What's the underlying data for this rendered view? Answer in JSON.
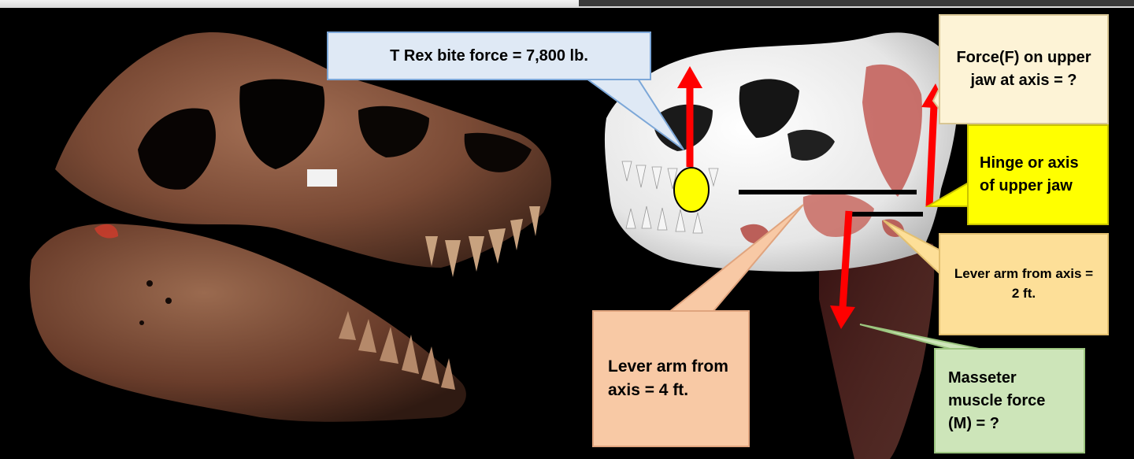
{
  "labels": {
    "bite_force": "T Rex bite force = 7,800 lb.",
    "upper_jaw_force": "Force(F)  on upper jaw at axis = ?",
    "hinge": "Hinge or axis of upper jaw",
    "lever_arm_short": "Lever arm from axis = 2 ft.",
    "lever_arm_long": "Lever arm from axis = 4 ft.",
    "masseter": "Masseter muscle force (M) = ?"
  },
  "colors": {
    "arrow": "#ff0000",
    "bite_point": "#ffff00",
    "callout_blue": "#dfe9f5",
    "callout_cream": "#fdf3d6",
    "callout_yellow": "#ffff00",
    "callout_amber": "#fddf98",
    "callout_peach": "#f8c9a5",
    "callout_green": "#cde5b9"
  }
}
